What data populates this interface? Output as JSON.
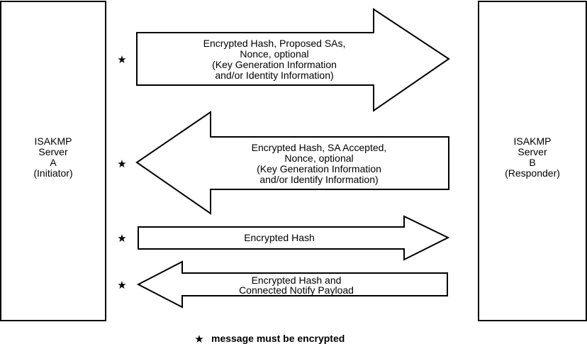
{
  "server_a": {
    "lines": [
      "ISAKMP",
      "Server",
      "A",
      "(Initiator)"
    ]
  },
  "server_b": {
    "lines": [
      "ISAKMP",
      "Server",
      "B",
      "(Responder)"
    ]
  },
  "messages": [
    {
      "direction": "right",
      "encrypted": true,
      "lines": [
        "Encrypted Hash, Proposed SAs,",
        "Nonce, optional",
        "(Key Generation Information",
        "and/or Identity Information)"
      ]
    },
    {
      "direction": "left",
      "encrypted": true,
      "lines": [
        "Encrypted Hash, SA Accepted,",
        "Nonce, optional",
        "(Key Generation Information",
        "and/or Identify Information)"
      ]
    },
    {
      "direction": "right",
      "encrypted": true,
      "lines": [
        "Encrypted Hash"
      ]
    },
    {
      "direction": "left",
      "encrypted": true,
      "lines": [
        "Encrypted Hash and",
        "Connected Notify Payload"
      ]
    }
  ],
  "legend": {
    "symbol": "★",
    "text": "message must be encrypted"
  }
}
